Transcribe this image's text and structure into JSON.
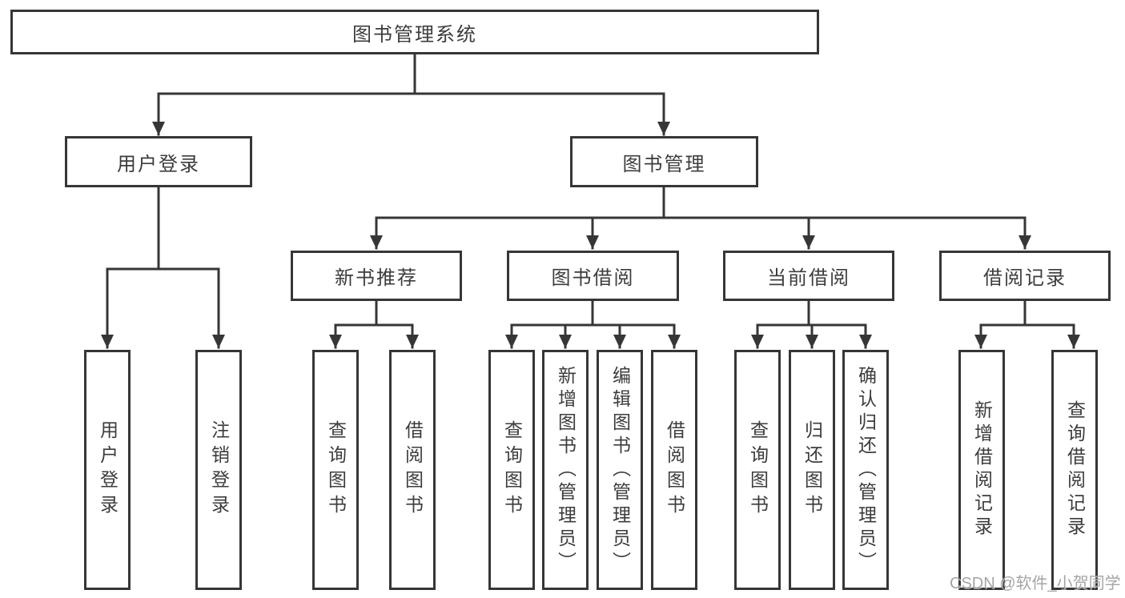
{
  "diagram": {
    "root": {
      "label": "图书管理系统"
    },
    "branches": [
      {
        "label": "用户登录",
        "children": [
          {
            "label": "用户登录"
          },
          {
            "label": "注销登录"
          }
        ]
      },
      {
        "label": "图书管理",
        "children": [
          {
            "label": "新书推荐",
            "children": [
              {
                "label": "查询图书"
              },
              {
                "label": "借阅图书"
              }
            ]
          },
          {
            "label": "图书借阅",
            "children": [
              {
                "label": "查询图书"
              },
              {
                "label": "新增图书（管理员）"
              },
              {
                "label": "编辑图书（管理员）"
              },
              {
                "label": "借阅图书"
              }
            ]
          },
          {
            "label": "当前借阅",
            "children": [
              {
                "label": "查询图书"
              },
              {
                "label": "归还图书"
              },
              {
                "label": "确认归还（管理员）"
              }
            ]
          },
          {
            "label": "借阅记录",
            "children": [
              {
                "label": "新增借阅记录"
              },
              {
                "label": "查询借阅记录"
              }
            ]
          }
        ]
      }
    ]
  },
  "watermark": "CSDN @软件_小贺同学",
  "colors": {
    "line": "#363636",
    "text": "#3c3c3c",
    "box_background": "#ffffff",
    "watermark": "#9d9d9d",
    "background": "#ffffff"
  }
}
